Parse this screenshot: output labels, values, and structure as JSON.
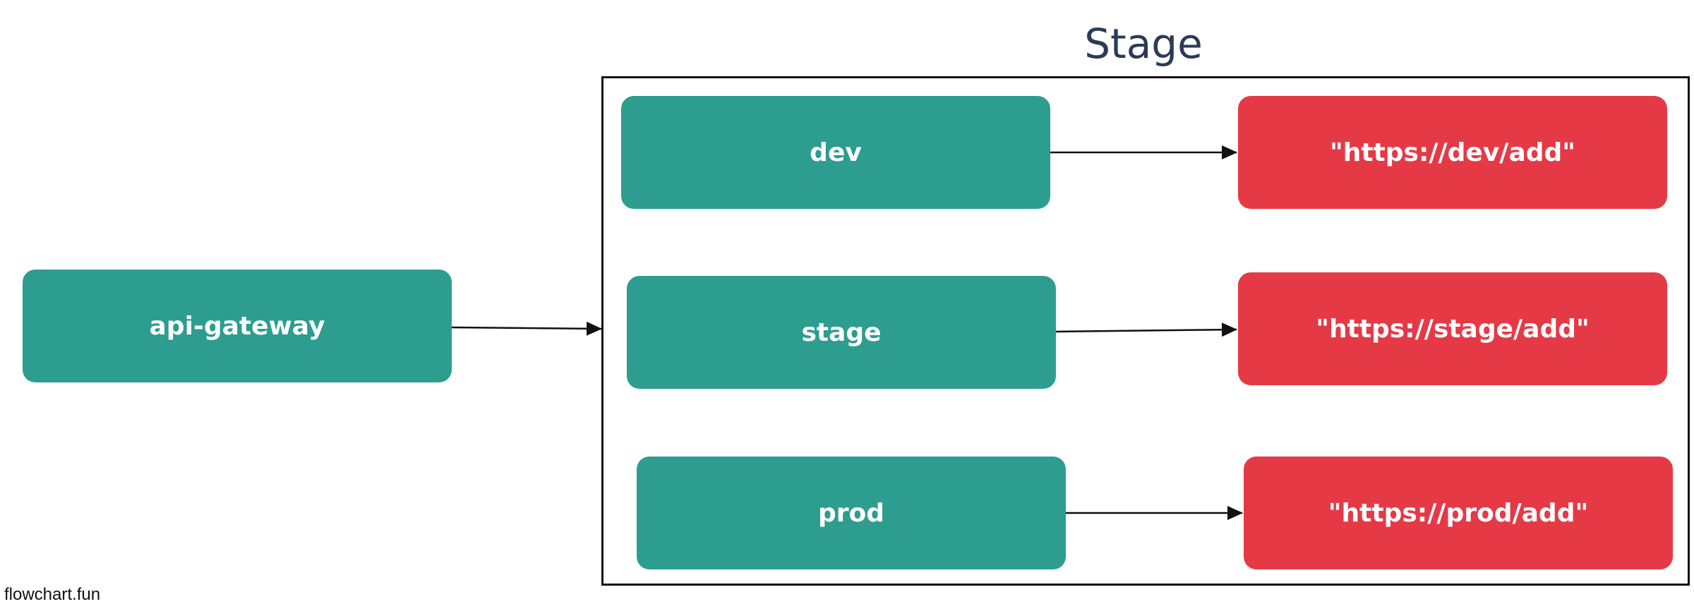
{
  "diagram": {
    "group": {
      "title": "Stage"
    },
    "nodes": {
      "api_gateway": "api-gateway",
      "dev": "dev",
      "stage": "stage",
      "prod": "prod",
      "dev_url": "\"https://dev/add\"",
      "stage_url": "\"https://stage/add\"",
      "prod_url": "\"https://prod/add\""
    },
    "edges": [
      {
        "from": "api-gateway",
        "to": "Stage"
      },
      {
        "from": "dev",
        "to": "\"https://dev/add\""
      },
      {
        "from": "stage",
        "to": "\"https://stage/add\""
      },
      {
        "from": "prod",
        "to": "\"https://prod/add\""
      }
    ],
    "colors": {
      "node_teal": "#2c9d8f",
      "node_red": "#e63946",
      "group_title": "#2b3b55",
      "edge": "#111111"
    }
  },
  "watermark": "flowchart.fun"
}
